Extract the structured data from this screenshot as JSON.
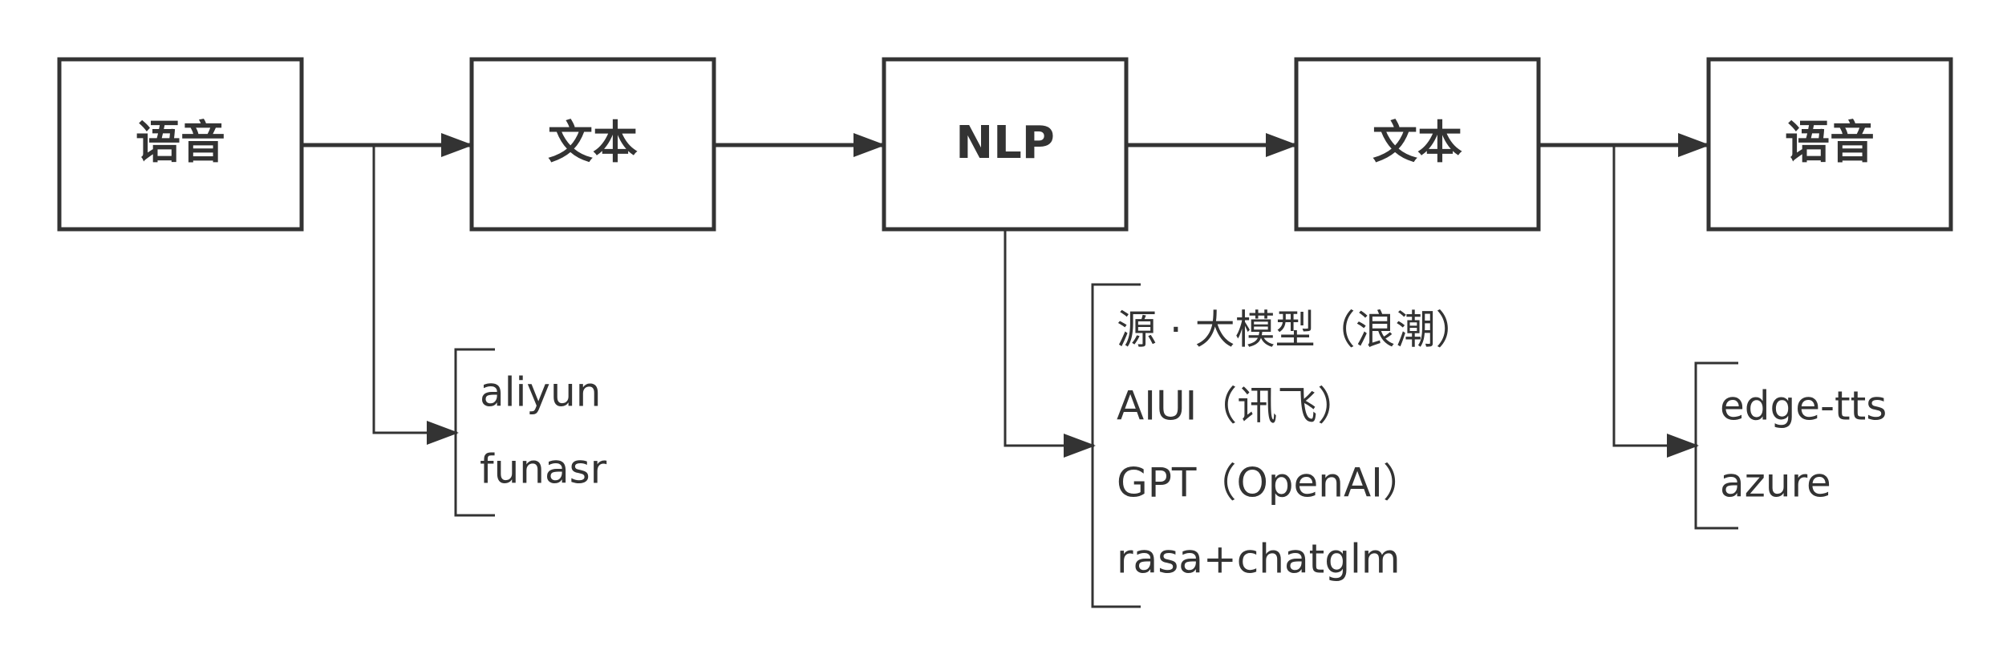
{
  "diagram": {
    "nodes": [
      {
        "id": "n1",
        "label": "语音"
      },
      {
        "id": "n2",
        "label": "文本"
      },
      {
        "id": "n3",
        "label": "NLP"
      },
      {
        "id": "n4",
        "label": "文本"
      },
      {
        "id": "n5",
        "label": "语音"
      }
    ],
    "edges": [
      {
        "from": "n1",
        "to": "n2"
      },
      {
        "from": "n2",
        "to": "n3"
      },
      {
        "from": "n3",
        "to": "n4"
      },
      {
        "from": "n4",
        "to": "n5"
      }
    ],
    "annotations": [
      {
        "id": "asr",
        "attached_to": "n1-n2",
        "items": [
          "aliyun",
          "funasr"
        ]
      },
      {
        "id": "nlp",
        "attached_to": "n3",
        "items": [
          "源 · 大模型（浪潮）",
          "AIUI（讯飞）",
          "GPT（OpenAI）",
          "rasa+chatglm"
        ]
      },
      {
        "id": "tts",
        "attached_to": "n4-n5",
        "items": [
          "edge-tts",
          "azure"
        ]
      }
    ],
    "colors": {
      "stroke": "#333333",
      "text": "#333333",
      "background": "#ffffff"
    }
  }
}
